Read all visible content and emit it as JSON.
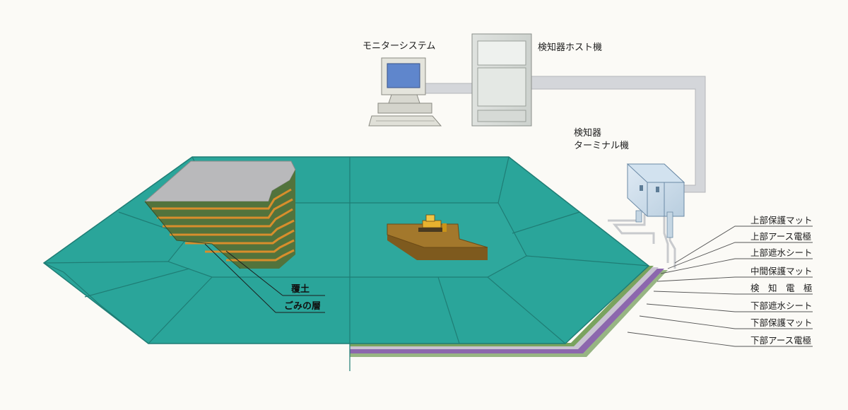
{
  "equipment": {
    "monitor_system": "モニターシステム",
    "detector_host": "検知器ホスト機",
    "detector_terminal_line1": "検知器",
    "detector_terminal_line2": "ターミナル機"
  },
  "landfill_labels": {
    "cover_soil": "覆土",
    "waste_layer": "ごみの層"
  },
  "liner_layers": [
    "上部保護マット",
    "上部アース電極",
    "上部遮水シート",
    "中間保護マット",
    "検　知　電　極",
    "下部遮水シート",
    "下部保護マット",
    "下部アース電極"
  ],
  "colors": {
    "liner_teal": "#2aa59a",
    "liner_edge": "#1f7d75",
    "cable_gray": "#d4d6da",
    "soil_brown": "#a3782c",
    "waste_gray": "#b9b9bb",
    "layer_green": "#52733c",
    "layer_orange": "#d88e2c",
    "sheet_purple": "#8c67ad"
  }
}
